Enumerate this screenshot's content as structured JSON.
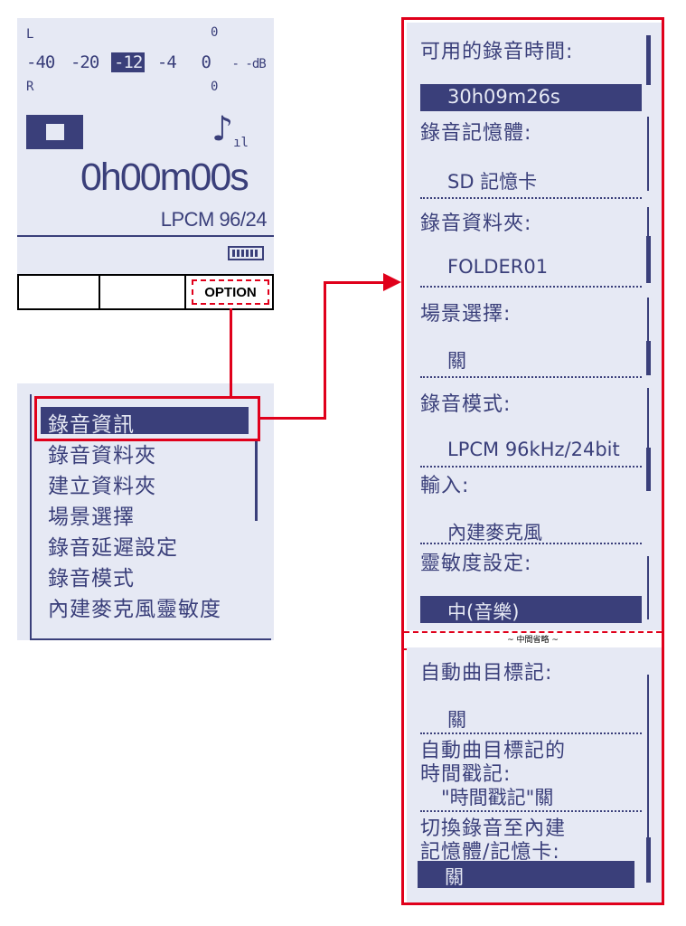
{
  "recorder_screen": {
    "channel_left": "L",
    "channel_right": "R",
    "meter_scale": [
      "-40",
      "-20",
      "-12",
      "-4",
      "0",
      "- -dB"
    ],
    "peak_marker_top": "0",
    "peak_marker_bottom": "0",
    "elapsed_time": "0h00m00s",
    "format": "LPCM 96/24"
  },
  "softkeys": {
    "key1": "",
    "key2": "",
    "key3": "OPTION"
  },
  "menu": {
    "items": [
      {
        "label": "錄音資訊",
        "selected": true
      },
      {
        "label": "錄音資料夾",
        "selected": false
      },
      {
        "label": "建立資料夾",
        "selected": false
      },
      {
        "label": "場景選擇",
        "selected": false
      },
      {
        "label": "錄音延遲設定",
        "selected": false
      },
      {
        "label": "錄音模式",
        "selected": false
      },
      {
        "label": "內建麥克風靈敏度",
        "selected": false
      }
    ]
  },
  "rec_info": {
    "sections": [
      {
        "label": "可用的錄音時間:",
        "value": "30h09m26s",
        "highlighted": true
      },
      {
        "label": "錄音記憶體:",
        "value": "SD 記憶卡",
        "highlighted": false
      },
      {
        "label": "錄音資料夾:",
        "value": "FOLDER01",
        "highlighted": false
      },
      {
        "label": "場景選擇:",
        "value": "關",
        "highlighted": false
      },
      {
        "label": "錄音模式:",
        "value": "LPCM 96kHz/24bit",
        "highlighted": false
      },
      {
        "label": "輸入:",
        "value": "內建麥克風",
        "highlighted": false
      },
      {
        "label": "靈敏度設定:",
        "value": "中(音樂)",
        "highlighted": true
      }
    ],
    "omitted_note": "~ 中間省略 ~",
    "sections_after": [
      {
        "label": "自動曲目標記:",
        "value": "關",
        "highlighted": false
      },
      {
        "label_line1": "自動曲目標記的",
        "label_line2": "時間戳記:",
        "value": "\"時間戳記\"關",
        "highlighted": false
      },
      {
        "label_line1": "切換錄音至內建",
        "label_line2": "記憶體/記憶卡:",
        "value": "關",
        "highlighted": true
      }
    ]
  },
  "colors": {
    "lcd_bg": "#e6e9f4",
    "lcd_ink": "#3a3f7a",
    "annotation_red": "#e0001b"
  }
}
